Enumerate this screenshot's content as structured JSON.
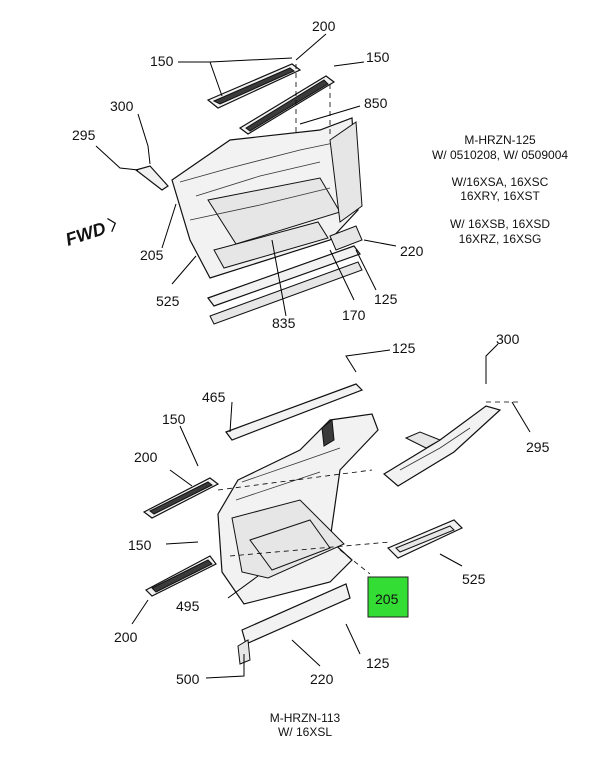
{
  "top_caption": {
    "lines": [
      "M-HRZN-125",
      "W/ 0510208, W/ 0509004",
      "W/16XSA, 16XSC",
      "16XRY, 16XST",
      "W/ 16XSB, 16XSD",
      "16XRZ, 16XSG"
    ]
  },
  "bottom_caption": {
    "lines": [
      "M-HRZN-113",
      "W/ 16XSL"
    ]
  },
  "fwd_label": "FWD",
  "top_callouts": {
    "c200": "200",
    "c150a": "150",
    "c150b": "150",
    "c300": "300",
    "c850": "850",
    "c295": "295",
    "c205": "205",
    "c220": "220",
    "c525": "525",
    "c125": "125",
    "c835": "835",
    "c170": "170"
  },
  "bottom_callouts": {
    "c125": "125",
    "c300": "300",
    "c465": "465",
    "c150a": "150",
    "c295": "295",
    "c200a": "200",
    "c150b": "150",
    "c525": "525",
    "c205": "205",
    "c495": "495",
    "c200b": "200",
    "c125b": "125",
    "c500": "500",
    "c220": "220"
  },
  "colors": {
    "highlight": "#33dd33",
    "line": "#000000"
  }
}
